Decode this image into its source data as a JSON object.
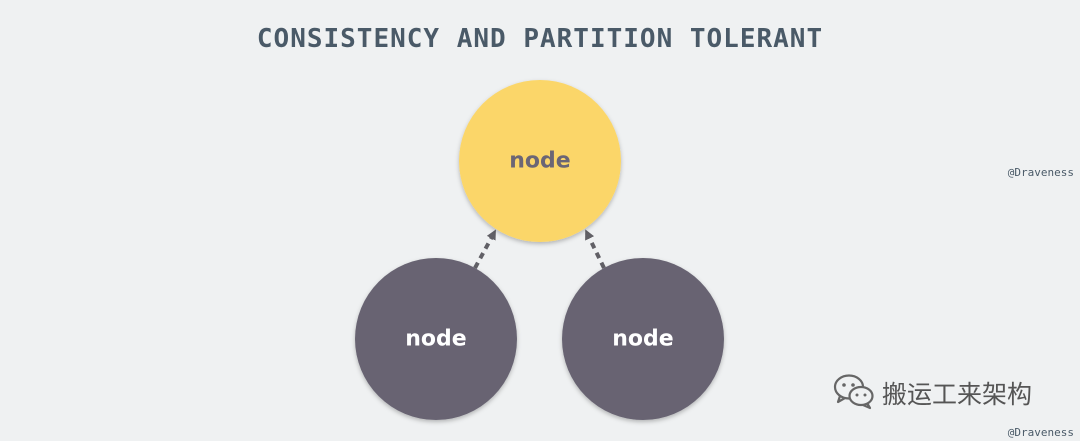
{
  "title": "CONSISTENCY AND PARTITION TOLERANT",
  "nodes": [
    {
      "label": "node",
      "role": "primary",
      "fill": "#fbd669",
      "text_color": "#6b6675"
    },
    {
      "label": "node",
      "role": "replica",
      "fill": "#676472",
      "text_color": "#ffffff"
    },
    {
      "label": "node",
      "role": "replica",
      "fill": "#676472",
      "text_color": "#ffffff"
    }
  ],
  "edges": [
    {
      "from": 1,
      "to": 0,
      "style": "dashed"
    },
    {
      "from": 2,
      "to": 0,
      "style": "dashed"
    }
  ],
  "credit": "@Draveness",
  "watermark": {
    "icon": "wechat-icon",
    "text": "搬运工来架构"
  },
  "colors": {
    "background": "#eff1f2",
    "title": "#4a5a68",
    "arrow": "#616066"
  }
}
